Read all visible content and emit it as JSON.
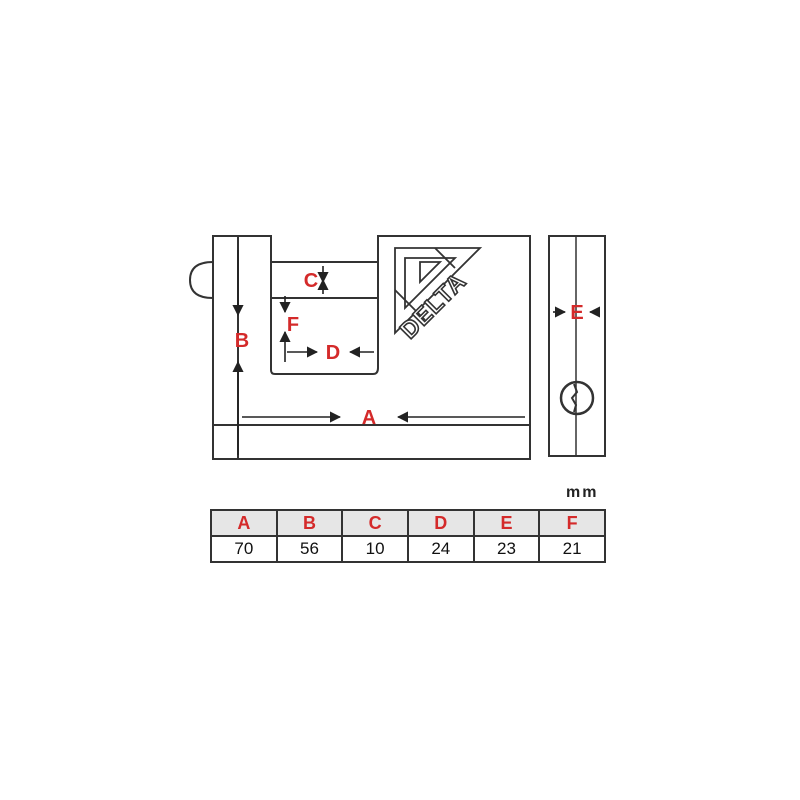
{
  "labels": {
    "a": "A",
    "b": "B",
    "c": "C",
    "d": "D",
    "e": "E",
    "f": "F"
  },
  "brand": "DELTA",
  "unit": "mm",
  "table": {
    "headers": [
      "A",
      "B",
      "C",
      "D",
      "E",
      "F"
    ],
    "values": [
      "70",
      "56",
      "10",
      "24",
      "23",
      "21"
    ]
  },
  "colors": {
    "label": "#d42a2a",
    "line": "#333333",
    "header_bg": "#e6e6e6"
  }
}
